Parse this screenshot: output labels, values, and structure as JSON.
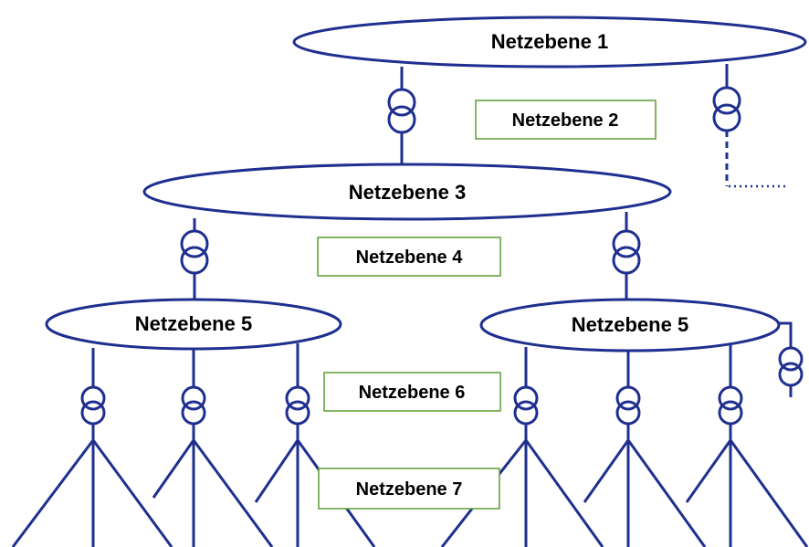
{
  "levels": {
    "ne1": "Netzebene 1",
    "ne2": "Netzebene 2",
    "ne3": "Netzebene 3",
    "ne4": "Netzebene 4",
    "ne5_left": "Netzebene 5",
    "ne5_right": "Netzebene 5",
    "ne6": "Netzebene 6",
    "ne7": "Netzebene 7"
  },
  "colors": {
    "line": "#1f2f8f",
    "label_border": "#5a9e2f"
  },
  "icons": {
    "transformer": "transformer-icon",
    "feeder": "feeder-fan-icon"
  }
}
